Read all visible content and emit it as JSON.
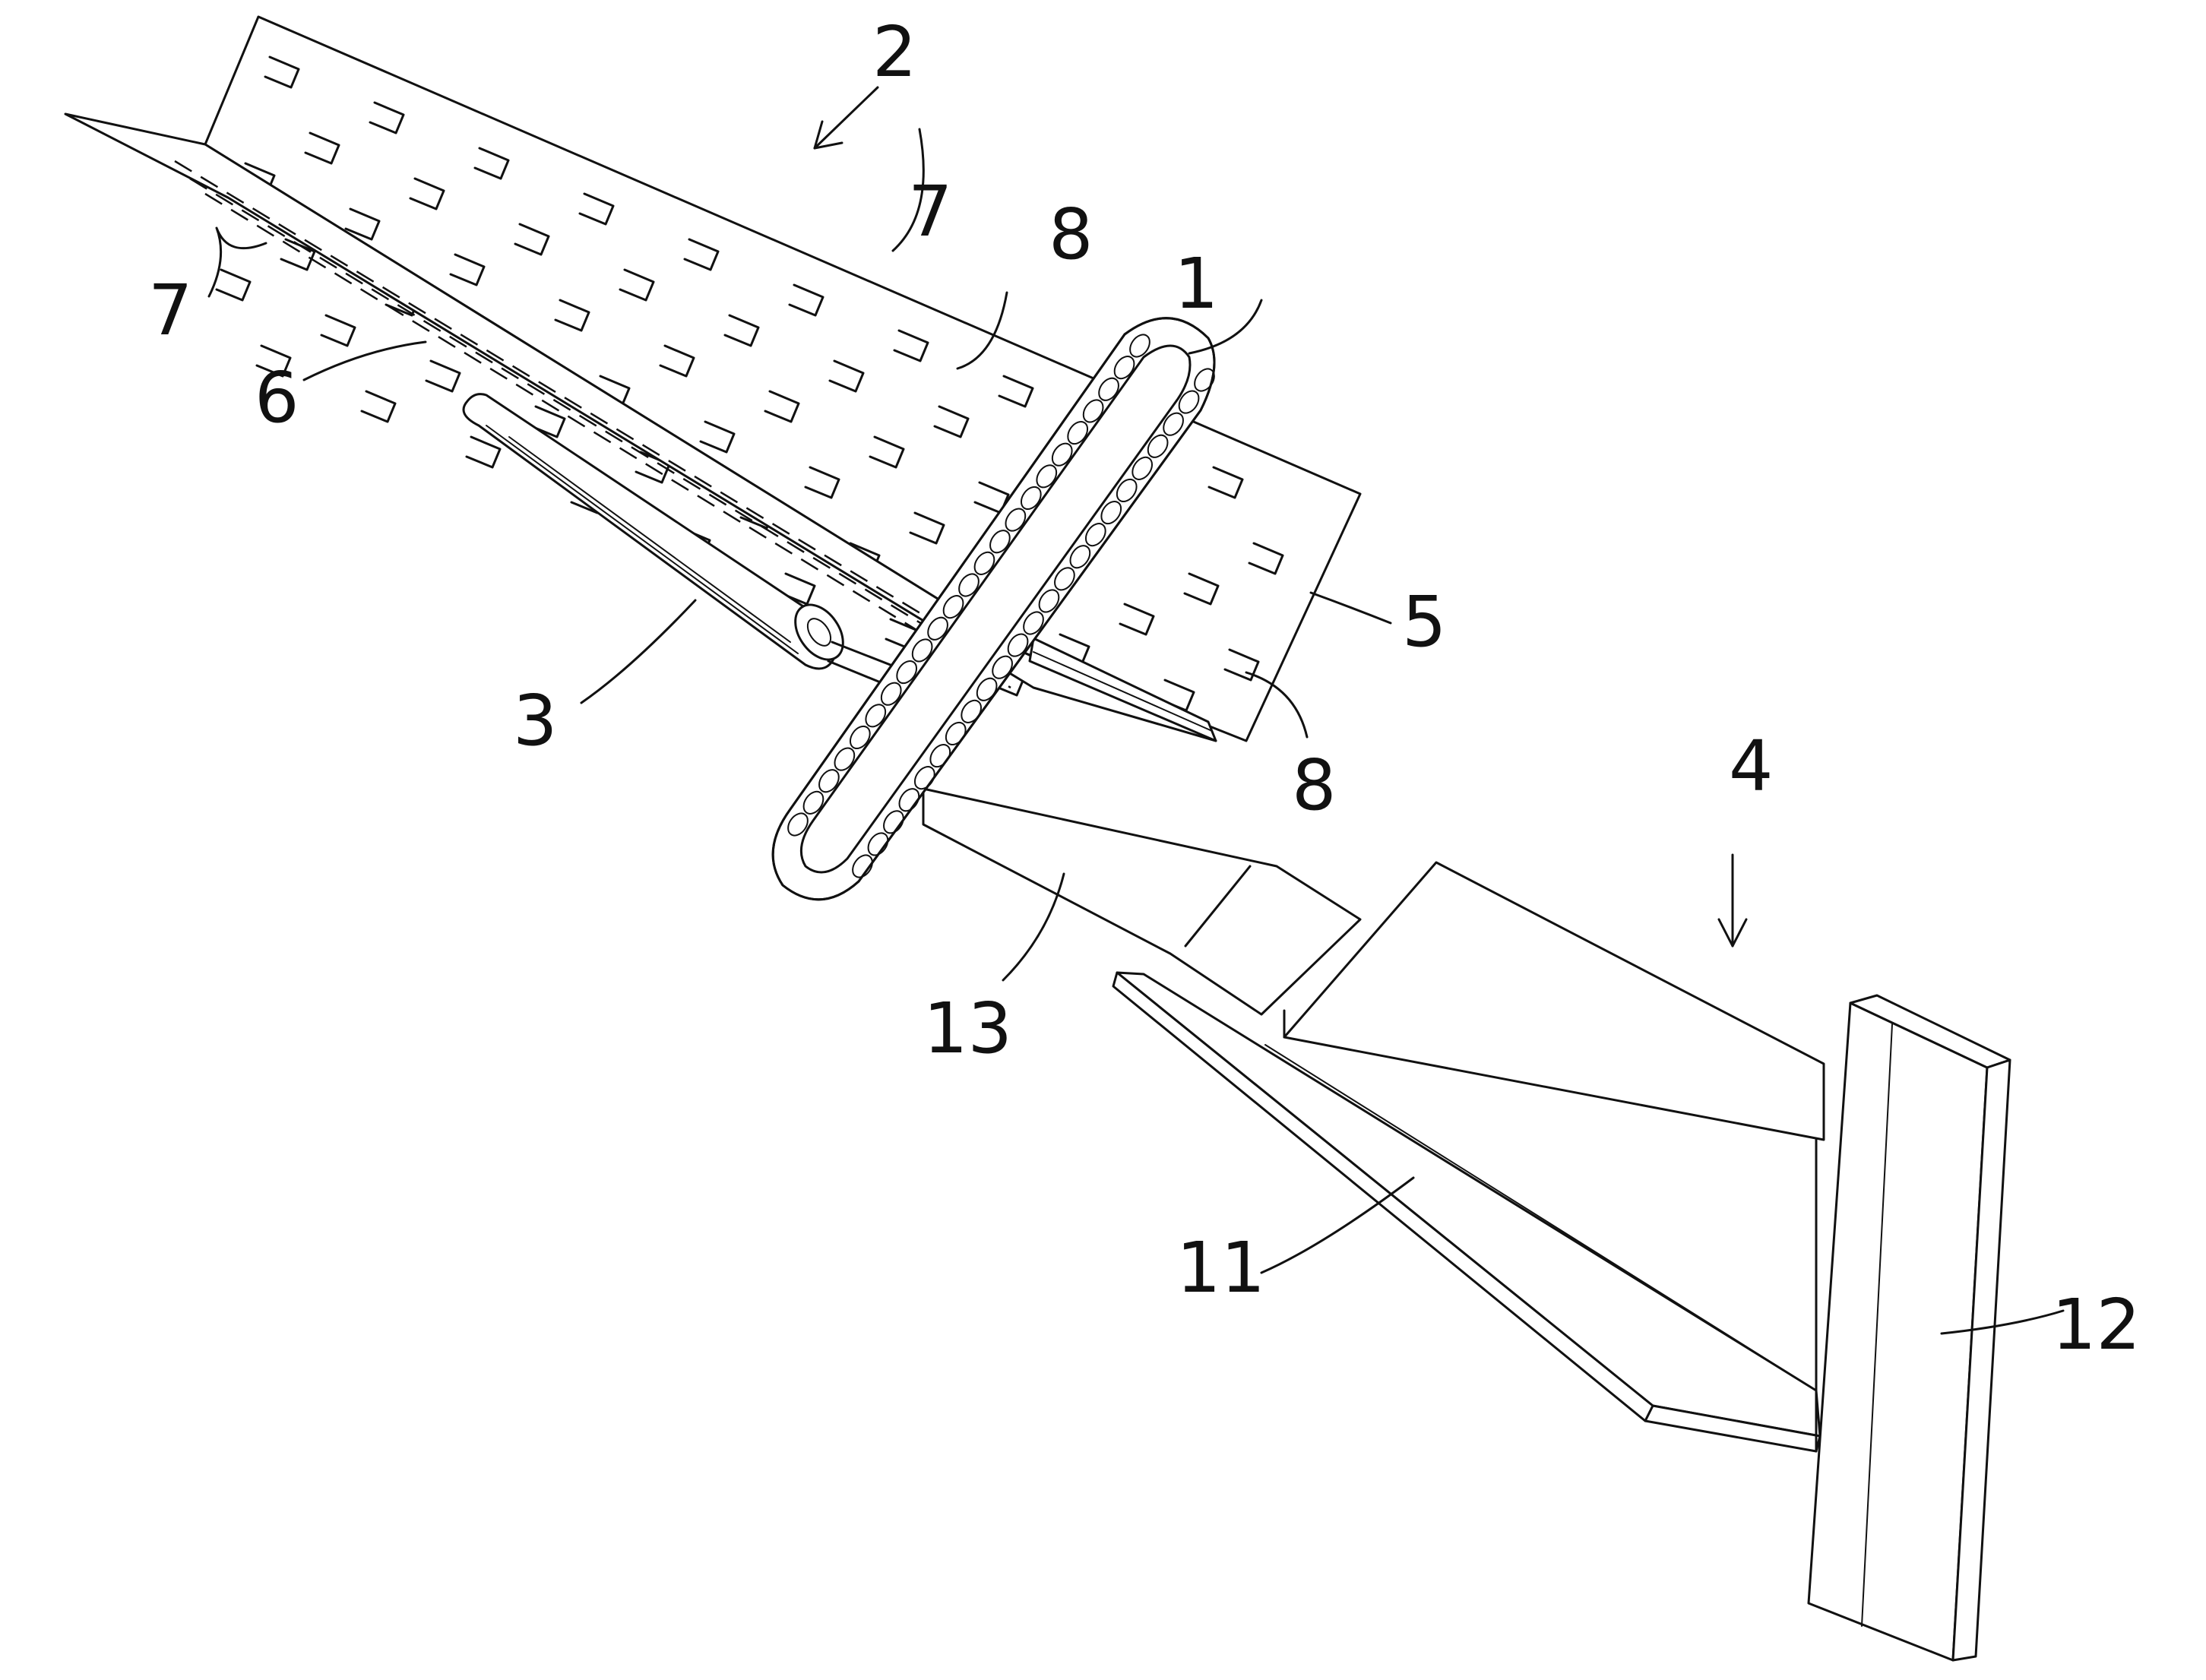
{
  "reference_numerals": {
    "n1": "1",
    "n2": "2",
    "n3": "3",
    "n4": "4",
    "n5": "5",
    "n6": "6",
    "n7_left": "7",
    "n7_mid": "7",
    "n8_top": "8",
    "n8_bottom": "8",
    "n11": "11",
    "n12": "12",
    "n13": "13"
  }
}
